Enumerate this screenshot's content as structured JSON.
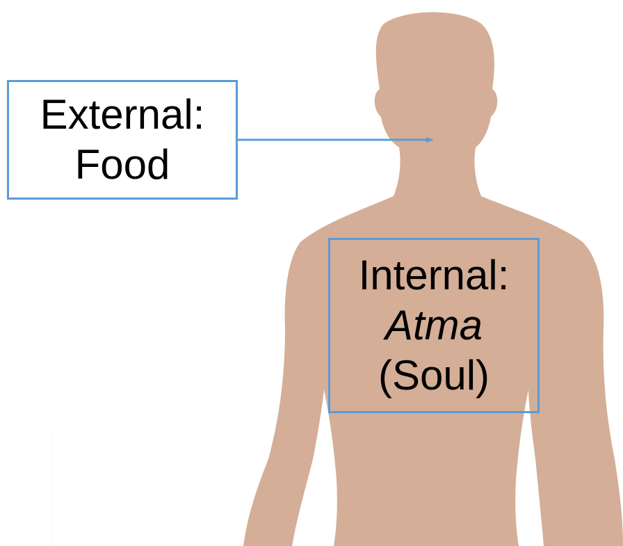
{
  "colors": {
    "skin": "#d4ae97",
    "accent": "#5b9bd5",
    "text": "#000000",
    "background": "#ffffff"
  },
  "external": {
    "line1": "External:",
    "line2": "Food"
  },
  "internal": {
    "line1": "Internal:",
    "line2": "Atma",
    "line3": "(Soul)"
  }
}
